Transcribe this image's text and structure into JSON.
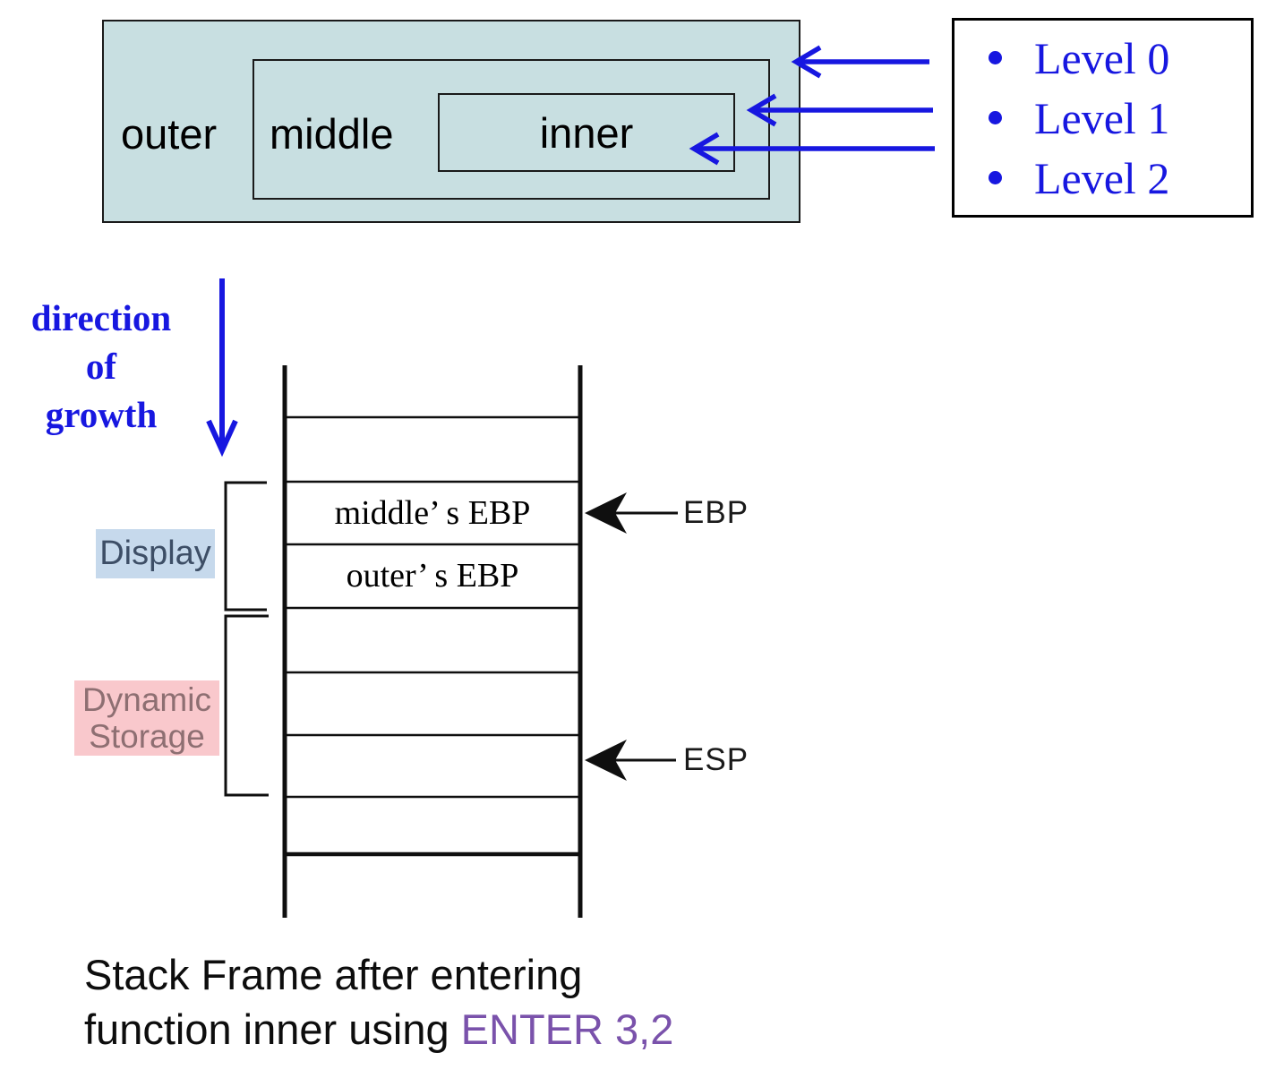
{
  "nesting_diagram": {
    "outer_label": "outer",
    "middle_label": "middle",
    "inner_label": "inner"
  },
  "levels_legend": {
    "items": [
      "Level 0",
      "Level 1",
      "Level 2"
    ]
  },
  "growth_label": {
    "lines": [
      "direction",
      "of",
      "growth"
    ]
  },
  "stack_diagram": {
    "cells": {
      "middle_ebp": "middle’ s EBP",
      "outer_ebp": "outer’ s EBP"
    },
    "pointers": {
      "ebp": "EBP",
      "esp": "ESP"
    },
    "regions": {
      "display": "Display",
      "dynamic_line1": "Dynamic",
      "dynamic_line2": "Storage"
    }
  },
  "caption": {
    "line1": "Stack Frame after entering",
    "line2_text": "function inner using ",
    "line2_highlight": "ENTER 3,2"
  },
  "colors": {
    "accent_blue": "#1717e0",
    "scope_box_fill": "#c8dfe1",
    "display_bg": "#c6d9ec",
    "display_text": "#3d4e66",
    "dynamic_bg": "#f9c8cc",
    "dynamic_text": "#8e6f72",
    "caption_highlight": "#7a52ab"
  }
}
